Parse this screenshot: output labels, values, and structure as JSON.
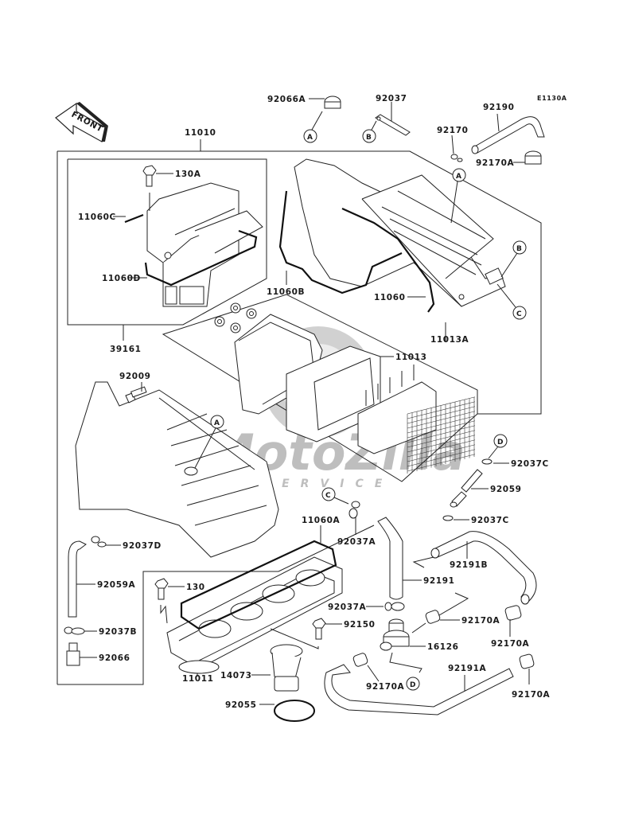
{
  "diagram": {
    "code": "E1130A",
    "front_label": "FRONT",
    "watermark": {
      "brand": "MotoZilla",
      "sub": "SERVICE"
    },
    "parts": {
      "p11010": "11010",
      "p130A": "130A",
      "p11060C": "11060C",
      "p11060D": "11060D",
      "p39161": "39161",
      "p92066A": "92066A",
      "p92037": "92037",
      "p92190": "92190",
      "p92170": "92170",
      "p92170A_top": "92170A",
      "p11060B": "11060B",
      "p11060": "11060",
      "p11013A": "11013A",
      "p11013": "11013",
      "p92009": "92009",
      "p92037C_1": "92037C",
      "p92059": "92059",
      "p92037C_2": "92037C",
      "p11060A": "11060A",
      "p92037A_1": "92037A",
      "p92191B": "92191B",
      "p92037D": "92037D",
      "p92059A": "92059A",
      "p130": "130",
      "p92191": "92191",
      "p92037A_2": "92037A",
      "p92170A_1": "92170A",
      "p92037B": "92037B",
      "p92150": "92150",
      "p16126": "16126",
      "p92170A_2": "92170A",
      "p92066": "92066",
      "p11011": "11011",
      "p14073": "14073",
      "p92170A_3": "92170A",
      "p92191A": "92191A",
      "p92170A_4": "92170A",
      "p92055": "92055"
    },
    "refs": {
      "A": "A",
      "B": "B",
      "C": "C",
      "D": "D"
    }
  }
}
